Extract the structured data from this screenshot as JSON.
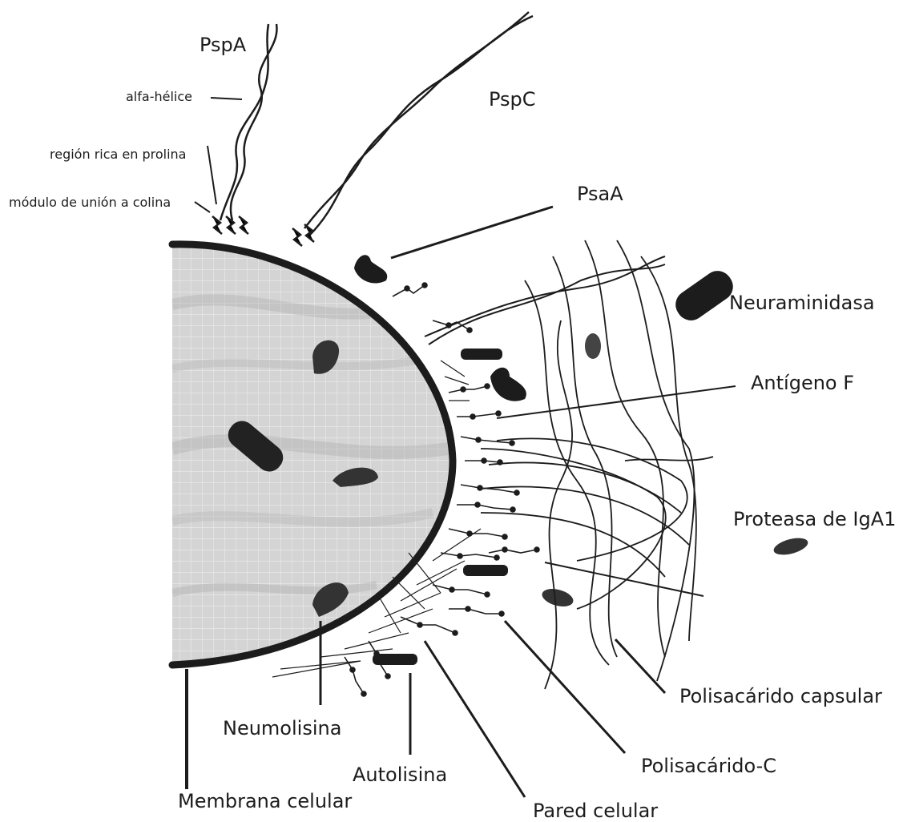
{
  "labels": {
    "pspa": "PspA",
    "alfa_helice": "alfa-hélice",
    "region_prolina": "región rica en prolina",
    "modulo_colina": "módulo de unión a colina",
    "pspc": "PspC",
    "psaa": "PsaA",
    "neuraminidasa": "Neuraminidasa",
    "antigeno_f": "Antígeno F",
    "proteasa_iga1": "Proteasa de IgA1",
    "polisacarido_capsular": "Polisacárido capsular",
    "polisacarido_c": "Polisacárido-C",
    "pared_celular": "Pared celular",
    "autolisina": "Autolisina",
    "neumolisina": "Neumolisina",
    "membrana_celular": "Membrana celular"
  },
  "colors": {
    "ink": "#1c1c1c",
    "cytoplasm": "#d6d6d6",
    "background": "#ffffff"
  }
}
